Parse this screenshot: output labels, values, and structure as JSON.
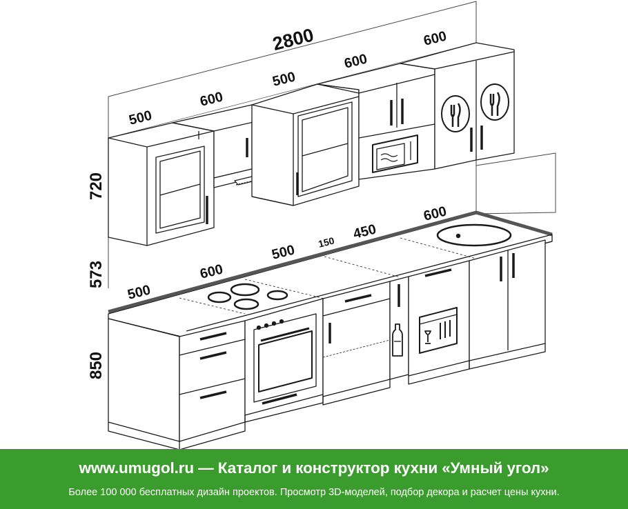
{
  "dimensions": {
    "total_width": "2800",
    "upper_widths": [
      "500",
      "600",
      "500",
      "600",
      "600"
    ],
    "lower_widths": [
      "500",
      "600",
      "500",
      "150",
      "450",
      "600"
    ],
    "heights": [
      "720",
      "573",
      "850"
    ]
  },
  "banner": {
    "title": "www.umugol.ru — Каталог и конструктор кухни «Умный угол»",
    "subtitle": "Более 100 000 бесплатных дизайн проектов. Просмотр 3D-моделей, подбор декора и расчет цены кухни.",
    "color": "#3a9c2c"
  },
  "colors": {
    "line": "#1a1a1a",
    "countertop_edge": "#555555",
    "background": "#ffffff"
  }
}
